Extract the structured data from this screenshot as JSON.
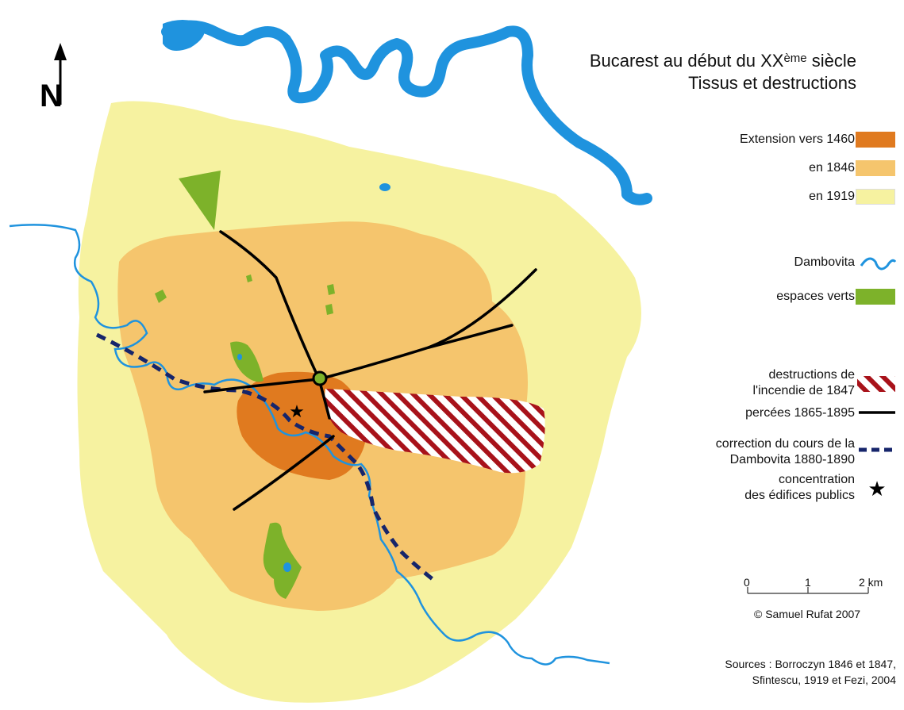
{
  "title": {
    "line1_prefix": "Bucarest au début du XX",
    "line1_sup": "ème",
    "line1_suffix": " siècle",
    "line2": "Tissus et destructions"
  },
  "north_label": "N",
  "legend": {
    "ext1460": {
      "label": "Extension vers 1460",
      "color": "#e07a1f"
    },
    "ext1846": {
      "label": "en 1846",
      "color": "#f5c56d"
    },
    "ext1919": {
      "label": "en 1919",
      "color": "#f6f2a0"
    },
    "river": {
      "label": "Dambovita",
      "color": "#1f93de"
    },
    "green": {
      "label": "espaces verts",
      "color": "#7db22a"
    },
    "fire": {
      "line1": "destructions de",
      "line2": "l'incendie de 1847",
      "color": "#a8121a"
    },
    "roads": {
      "label": "percées 1865-1895",
      "color": "#000000"
    },
    "correction": {
      "line1": "correction du cours de la",
      "line2": "Dambovita 1880-1890",
      "color": "#16256b"
    },
    "public": {
      "line1": "concentration",
      "line2": "des édifices  publics",
      "symbol": "★"
    }
  },
  "scale": {
    "tick0": "0",
    "tick1": "1",
    "tick2": "2 km"
  },
  "credit": "© Samuel Rufat 2007",
  "sources": {
    "line1": "Sources : Borroczyn 1846 et 1847,",
    "line2": "Sfintescu, 1919 et Fezi, 2004"
  }
}
